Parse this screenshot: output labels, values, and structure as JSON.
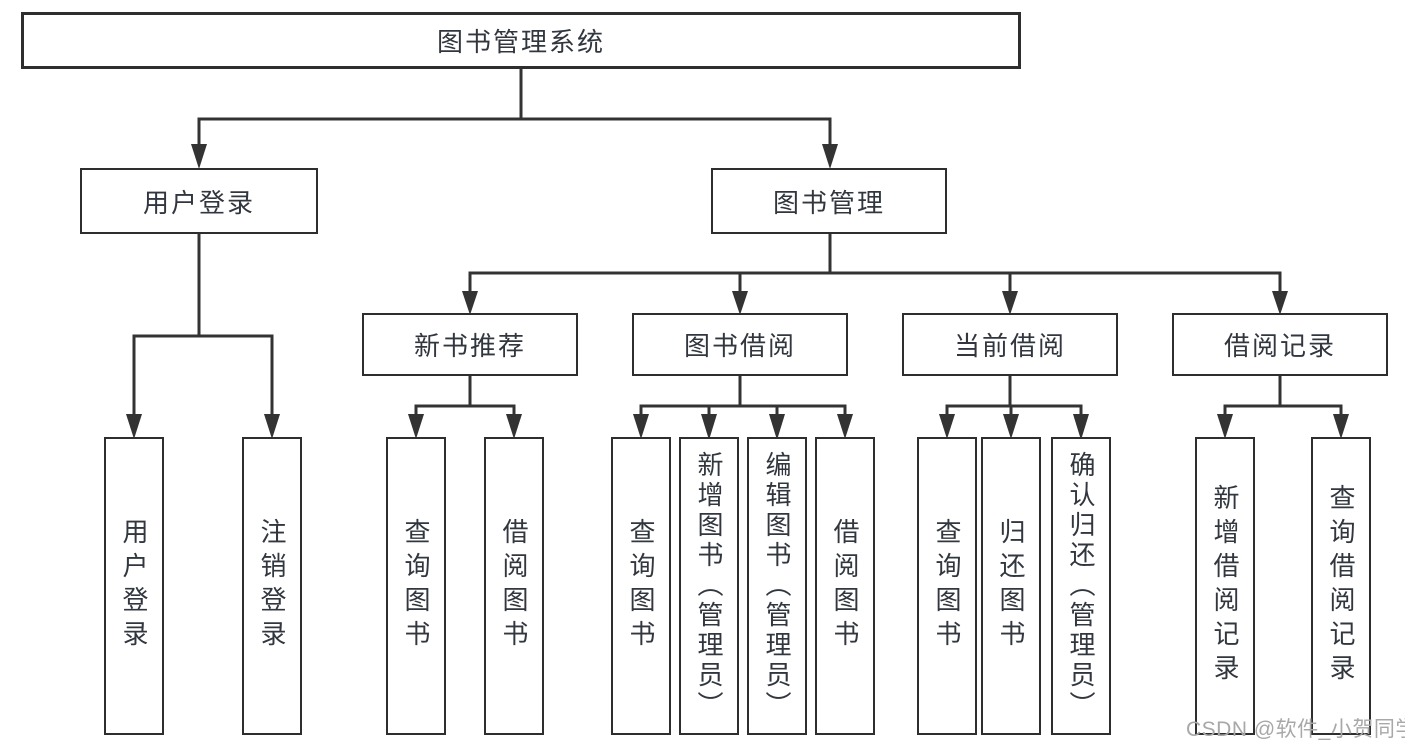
{
  "diagram": {
    "root": {
      "label": "图书管理系统"
    },
    "level1": [
      {
        "label": "用户登录"
      },
      {
        "label": "图书管理"
      }
    ],
    "level2": [
      {
        "label": "新书推荐"
      },
      {
        "label": "图书借阅"
      },
      {
        "label": "当前借阅"
      },
      {
        "label": "借阅记录"
      }
    ],
    "leaves": {
      "login": [
        {
          "label": "用户登录"
        },
        {
          "label": "注销登录"
        }
      ],
      "recommend": [
        {
          "label": "查询图书"
        },
        {
          "label": "借阅图书"
        }
      ],
      "borrow": [
        {
          "label": "查询图书"
        },
        {
          "label": "新增图书（管理员）"
        },
        {
          "label": "编辑图书（管理员）"
        },
        {
          "label": "借阅图书"
        }
      ],
      "current": [
        {
          "label": "查询图书"
        },
        {
          "label": "归还图书"
        },
        {
          "label": "确认归还（管理员）"
        }
      ],
      "records": [
        {
          "label": "新增借阅记录"
        },
        {
          "label": "查询借阅记录"
        }
      ]
    }
  },
  "watermark": {
    "text": "CSDN @软件_小贺同学"
  },
  "colors": {
    "line": "#333333",
    "border": "#2e2e2e",
    "text": "#32373f",
    "watermark": "#a8a8a8",
    "background": "#ffffff"
  }
}
